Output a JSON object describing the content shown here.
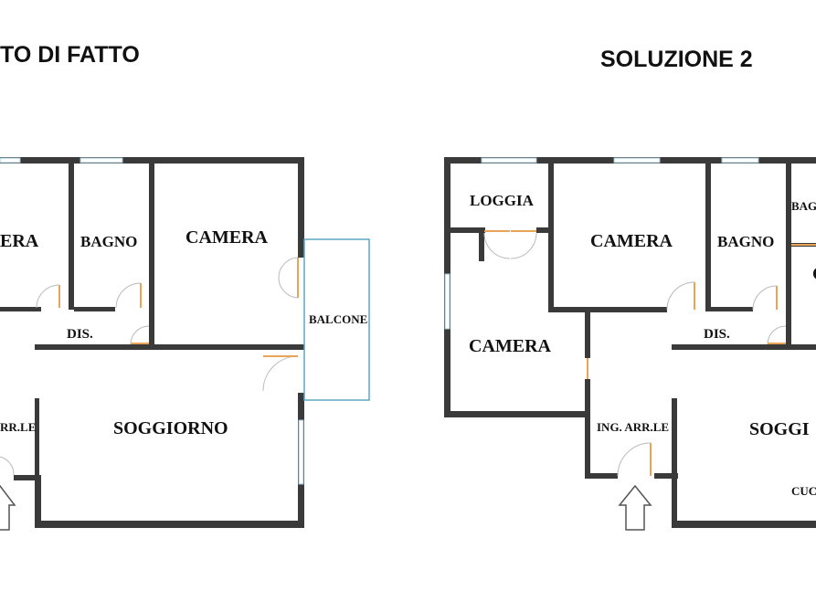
{
  "left_plan": {
    "title": "TO DI FATTO",
    "rooms": {
      "camera_left": "ERA",
      "bagno": "BAGNO",
      "camera": "CAMERA",
      "balcone": "BALCONE",
      "dis": "DIS.",
      "ingresso": "RR.LE",
      "soggiorno": "SOGGIORNO"
    }
  },
  "right_plan": {
    "title": "SOLUZIONE 2",
    "rooms": {
      "loggia": "LOGGIA",
      "camera_top": "CAMERA",
      "bagno": "BAGNO",
      "bagno_cut": "BAG",
      "cut_letter": "C",
      "camera_left": "CAMERA",
      "dis": "DIS.",
      "ingresso": "ING. ARR.LE",
      "soggiorno": "SOGGI",
      "cucina": "CUC"
    }
  },
  "colors": {
    "wall": "#3a3a3a",
    "window": "#9ec4d6",
    "door_leaf": "#e8a55a",
    "balcony_outline": "#5aa7c8"
  }
}
